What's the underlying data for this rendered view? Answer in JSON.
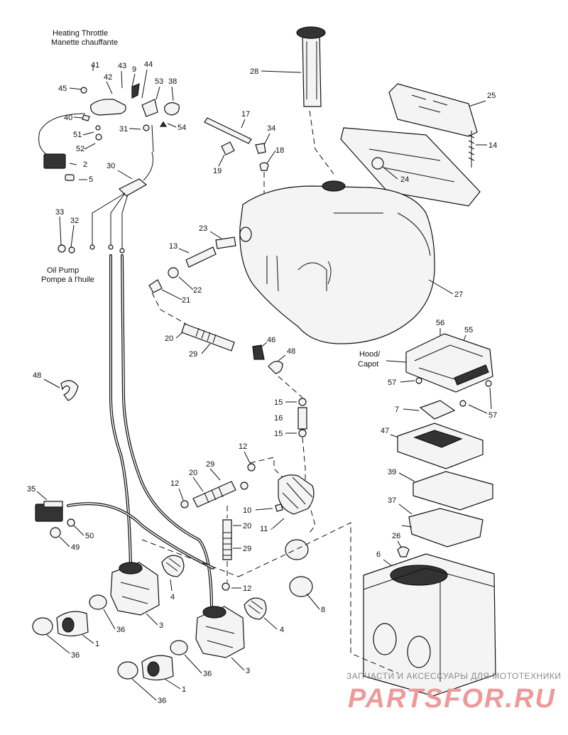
{
  "captions": {
    "heating_throttle": "Heating Throttle",
    "heating_throttle_fr": "Manette chauffante",
    "oil_pump": "Oil Pump",
    "oil_pump_fr": "Pompe à l'huile",
    "hood": "Hood/",
    "hood_fr": "Capot"
  },
  "callouts": {
    "p41": "41",
    "p42": "42",
    "p43": "43",
    "p9": "9",
    "p44": "44",
    "p53": "53",
    "p38": "38",
    "p45": "45",
    "p40": "40",
    "p51": "51",
    "p52": "52",
    "p31": "31",
    "p54": "54",
    "p2": "2",
    "p5": "5",
    "p30": "30",
    "p33": "33",
    "p32": "32",
    "p28": "28",
    "p17": "17",
    "p34": "34",
    "p18": "18",
    "p19": "19",
    "p25": "25",
    "p14": "14",
    "p24": "24",
    "p27": "27",
    "p23": "23",
    "p13": "13",
    "p22": "22",
    "p21": "21",
    "p20a": "20",
    "p29a": "29",
    "p46": "46",
    "p48a": "48",
    "p48b": "48",
    "p56": "56",
    "p55": "55",
    "p57a": "57",
    "p57b": "57",
    "p7": "7",
    "p47": "47",
    "p39": "39",
    "p37": "37",
    "p26": "26",
    "p6": "6",
    "p15a": "15",
    "p16": "16",
    "p15b": "15",
    "p12a": "12",
    "p29b": "29",
    "p20b": "20",
    "p12b": "12",
    "p10": "10",
    "p11": "11 -",
    "p20c": "20",
    "p29c": "29",
    "p12c": "12",
    "p35": "35",
    "p50": "50",
    "p49": "49",
    "p4a": "4",
    "p4b": "4",
    "p3a": "3",
    "p3b": "3",
    "p8": "8",
    "p36a": "36",
    "p36b": "36",
    "p36c": "36",
    "p36d": "36",
    "p1a": "1",
    "p1b": "1"
  },
  "watermark": {
    "line1": "ЗАПЧАСТИ И АКСЕССУАРЫ ДЛЯ МОТОТЕХНИКИ",
    "line2": "PARTSFOR.RU"
  }
}
